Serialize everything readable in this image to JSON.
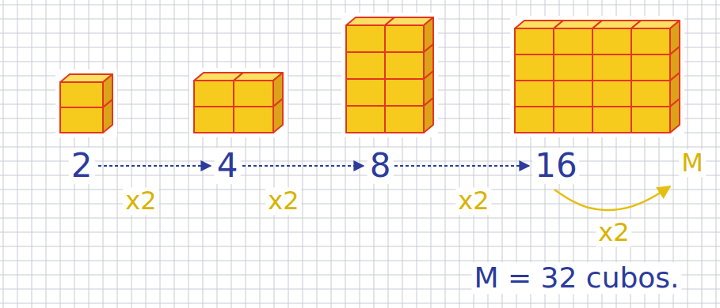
{
  "diagram": {
    "labels": [
      "2",
      "4",
      "8",
      "16",
      "x2",
      "x2",
      "x2",
      "M",
      "x2",
      "M = 32 cubos."
    ]
  }
}
